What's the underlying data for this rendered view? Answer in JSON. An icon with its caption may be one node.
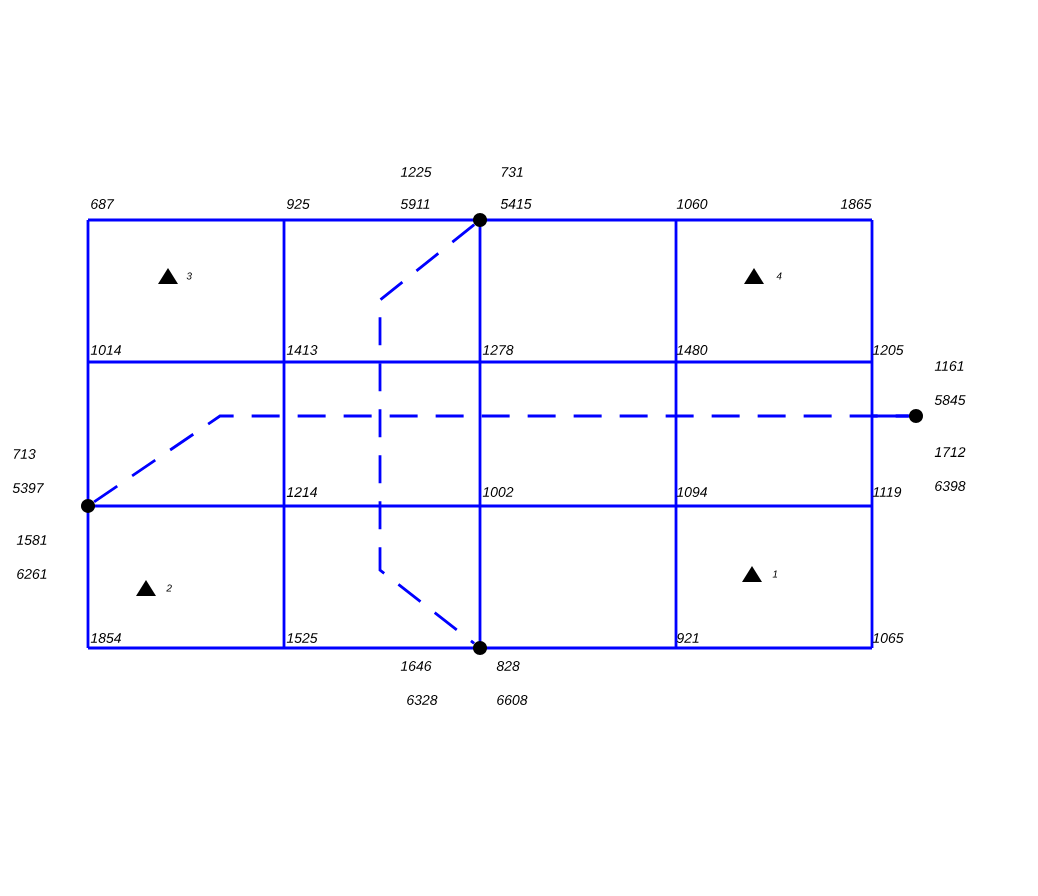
{
  "diagram": {
    "nodes": [
      {
        "text": [],
        "shape": "circle"
      },
      {
        "text": [],
        "shape": "circle"
      },
      {
        "text": [],
        "shape": "circle"
      },
      {
        "text": [],
        "shape": "circle"
      }
    ],
    "edges": [
      {
        "from": 0,
        "to": 3,
        "arrow": "none",
        "style": "dashed"
      },
      {
        "from": 1,
        "to": 2,
        "arrow": "none",
        "style": "dashed"
      }
    ],
    "labels": [
      "1225",
      "731",
      "687",
      "925",
      "5911",
      "5415",
      "1060",
      "1865",
      "3",
      "4",
      "1014",
      "1413",
      "1278",
      "1480",
      "1205",
      "1161",
      "5845",
      "713",
      "5397",
      "1712",
      "6398",
      "1214",
      "1002",
      "1094",
      "1119",
      "1581",
      "6261",
      "2",
      "1",
      "1854",
      "1525",
      "921",
      "1065",
      "1646",
      "828",
      "6328",
      "6608"
    ]
  }
}
